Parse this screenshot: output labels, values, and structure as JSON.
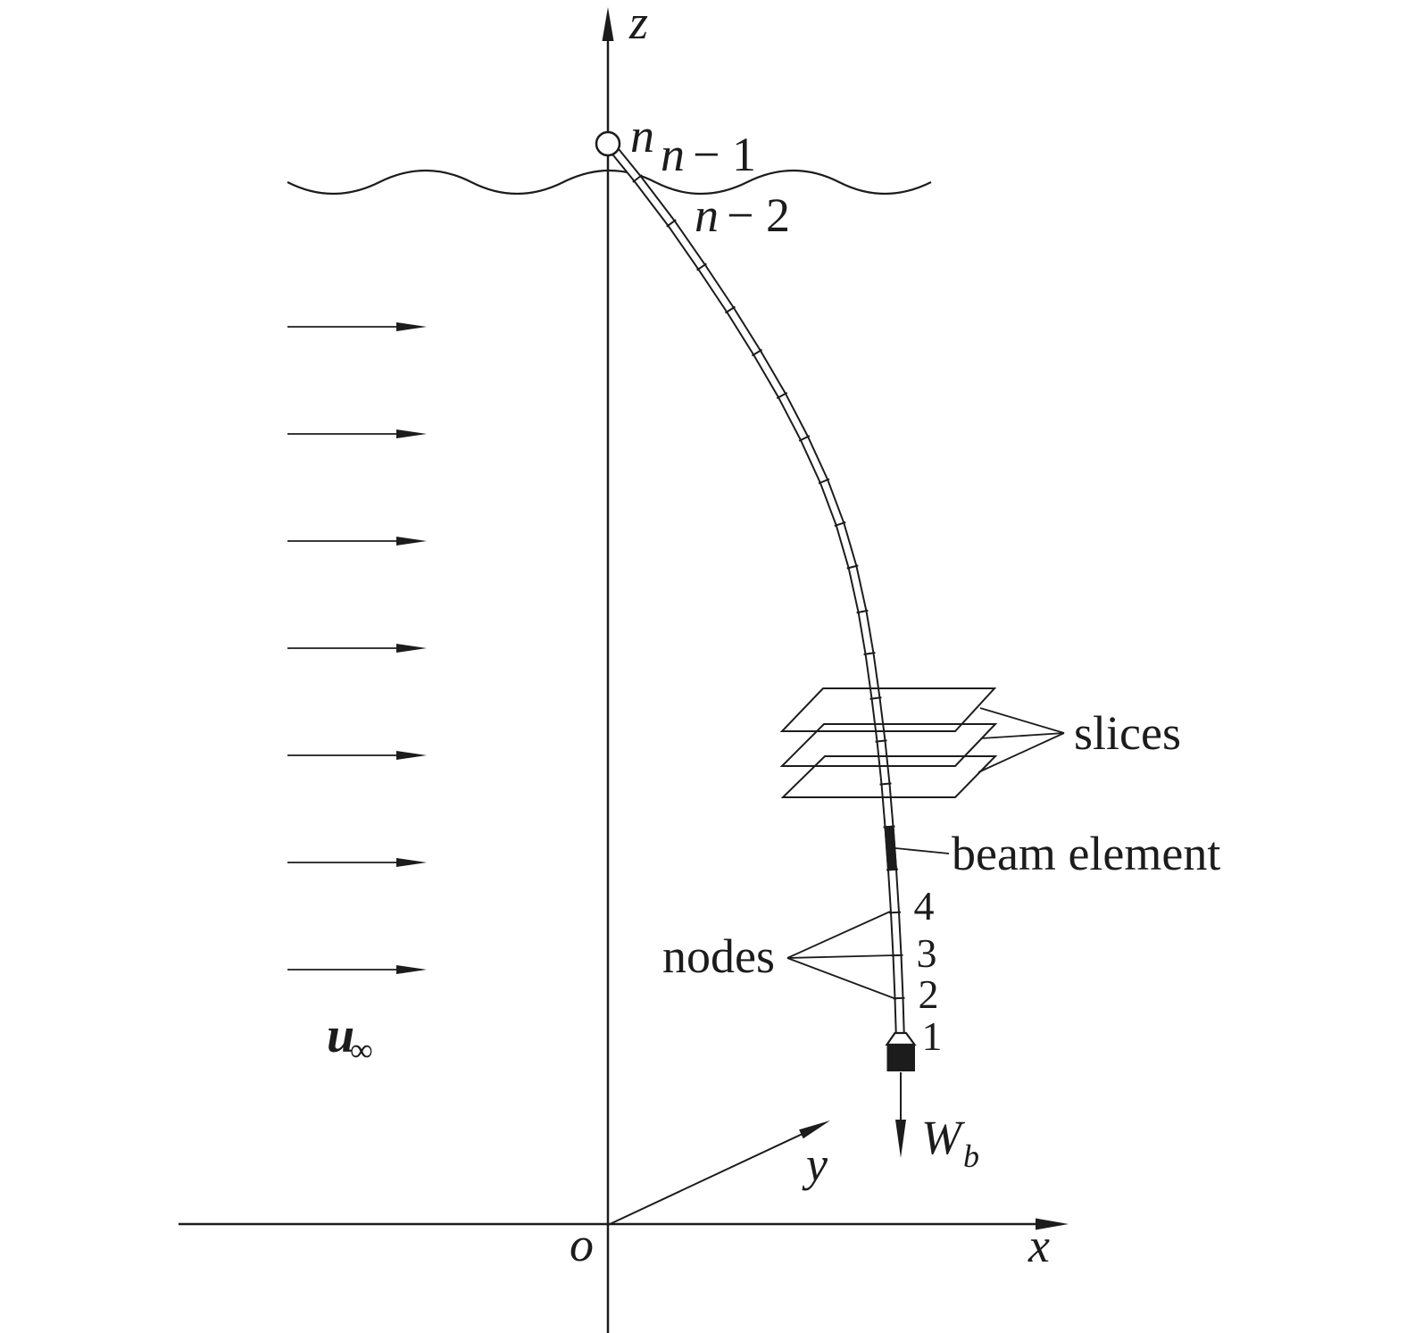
{
  "axes": {
    "z_label": "z",
    "x_label": "x",
    "y_label": "y",
    "origin_label": "o"
  },
  "flow": {
    "velocity_symbol": "u",
    "velocity_subscript": "∞"
  },
  "weight": {
    "symbol": "W",
    "subscript": "b"
  },
  "beam_nodes": {
    "top": "n",
    "second_var": "n",
    "second_rest": "− 1",
    "third_var": "n",
    "third_rest": "− 2",
    "numbered": [
      "4",
      "3",
      "2",
      "1"
    ]
  },
  "callouts": {
    "slices": "slices",
    "beam_element": "beam element",
    "nodes": "nodes"
  },
  "colors": {
    "ink": "#1c1c1c",
    "background": "#ffffff"
  }
}
